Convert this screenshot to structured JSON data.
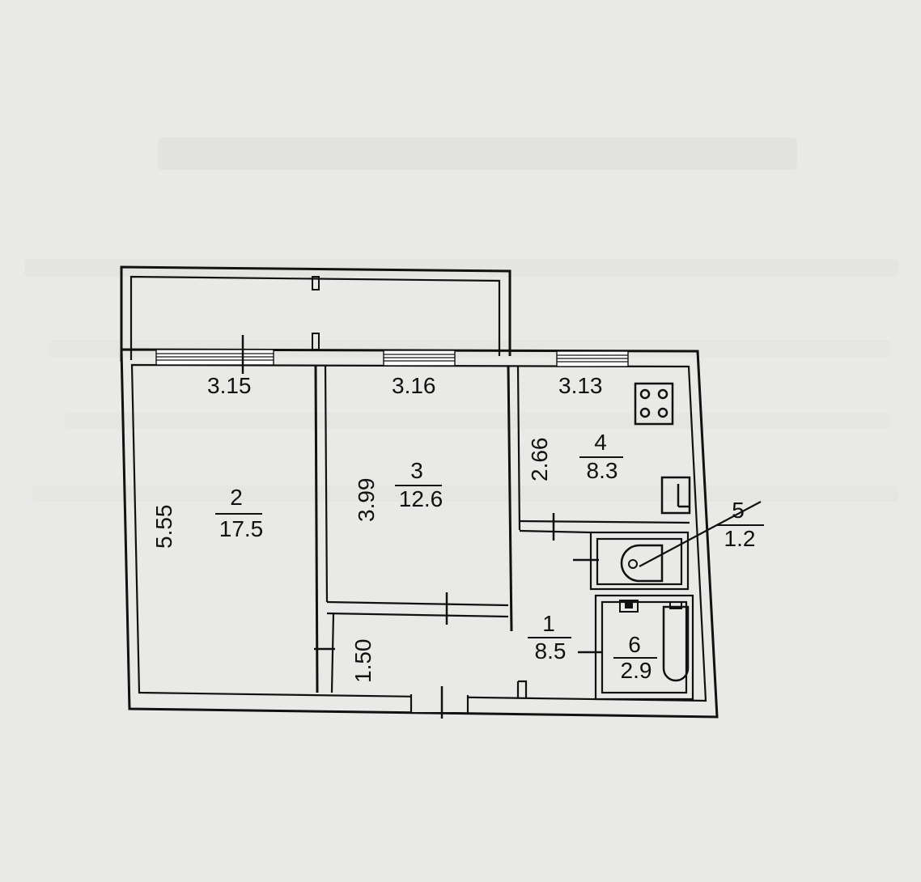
{
  "widths": {
    "room2": "3.15",
    "room3": "3.16",
    "room4": "3.13"
  },
  "lengths": {
    "room2": "5.55",
    "room3": "3.99",
    "room4": "2.66",
    "hall": "1.50"
  },
  "rooms": {
    "r1": {
      "number": "1",
      "area": "8.5"
    },
    "r2": {
      "number": "2",
      "area": "17.5"
    },
    "r3": {
      "number": "3",
      "area": "12.6"
    },
    "r4": {
      "number": "4",
      "area": "8.3"
    },
    "r5": {
      "number": "5",
      "area": "1.2"
    },
    "r6": {
      "number": "6",
      "area": "2.9"
    }
  },
  "icons": {
    "stove": "stove-icon",
    "sink": "sink-icon",
    "toilet": "toilet-icon",
    "bathtub": "bathtub-icon"
  },
  "colors": {
    "paper": "#e9e9e7",
    "ink": "#111111"
  }
}
